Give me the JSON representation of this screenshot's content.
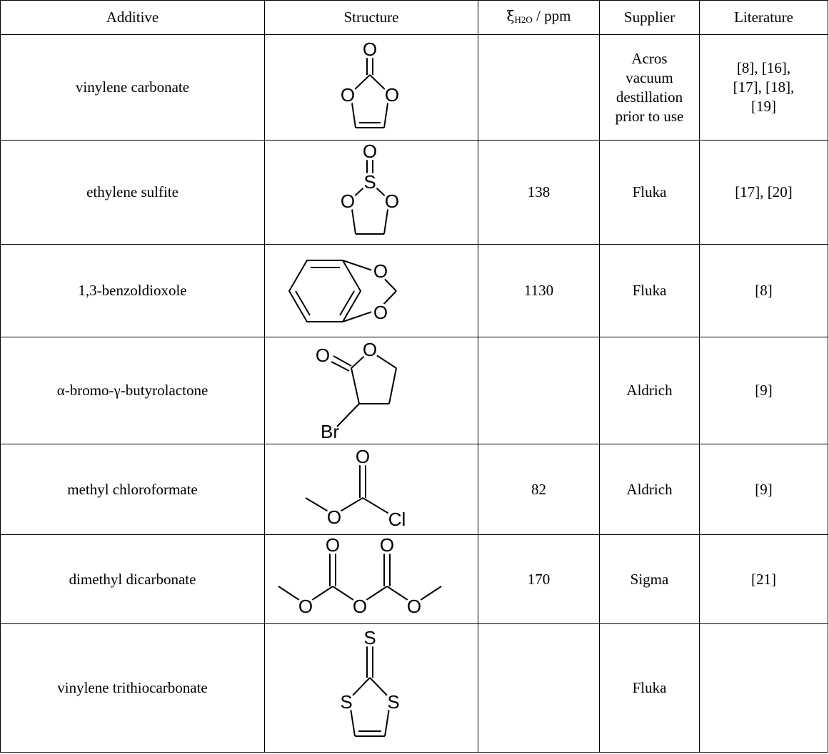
{
  "headers": {
    "additive": "Additive",
    "structure": "Structure",
    "xi_symbol": "ξ",
    "xi_sub": "H2O",
    "xi_unit": " / ppm",
    "supplier": "Supplier",
    "literature": "Literature"
  },
  "rows": [
    {
      "additive": "vinylene carbonate",
      "ppm": "",
      "supplier_lines": [
        "Acros",
        "vacuum",
        "destillation",
        "prior to use"
      ],
      "literature_lines": [
        "[8], [16],",
        "[17], [18],",
        "[19]"
      ]
    },
    {
      "additive": "ethylene sulfite",
      "ppm": "138",
      "supplier_lines": [
        "Fluka"
      ],
      "literature_lines": [
        "[17], [20]"
      ]
    },
    {
      "additive": "1,3-benzoldioxole",
      "ppm": "1130",
      "supplier_lines": [
        "Fluka"
      ],
      "literature_lines": [
        "[8]"
      ]
    },
    {
      "additive": "α-bromo-γ-butyrolactone",
      "ppm": "",
      "supplier_lines": [
        "Aldrich"
      ],
      "literature_lines": [
        "[9]"
      ]
    },
    {
      "additive": "methyl chloroformate",
      "ppm": "82",
      "supplier_lines": [
        "Aldrich"
      ],
      "literature_lines": [
        "[9]"
      ]
    },
    {
      "additive": "dimethyl dicarbonate",
      "ppm": "170",
      "supplier_lines": [
        "Sigma"
      ],
      "literature_lines": [
        "[21]"
      ]
    },
    {
      "additive": "vinylene trithiocarbonate",
      "ppm": "",
      "supplier_lines": [
        "Fluka"
      ],
      "literature_lines": []
    }
  ],
  "atom_labels": {
    "oxygen": "O",
    "sulfur": "S",
    "bromine": "Br",
    "chlorine": "Cl"
  }
}
